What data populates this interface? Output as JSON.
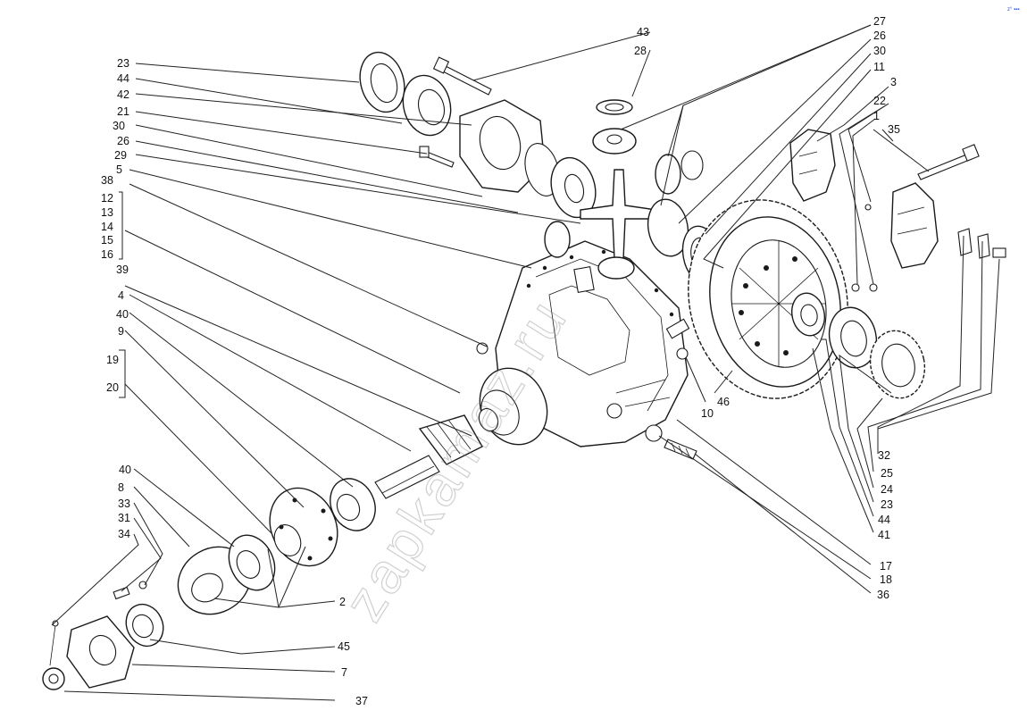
{
  "corner_mark": "z° ▪▪▪",
  "watermark_text": "zapkamaz.ru",
  "labels": {
    "l43": "43",
    "l28": "28",
    "l27": "27",
    "l26": "26",
    "l30b": "30",
    "l11": "11",
    "l3": "3",
    "l22": "22",
    "l1": "1",
    "l35": "35",
    "l23a": "23",
    "l44a": "44",
    "l42": "42",
    "l21": "21",
    "l30a": "30",
    "l26a": "26",
    "l29": "29",
    "l5": "5",
    "l38": "38",
    "l12": "12",
    "l13": "13",
    "l14": "14",
    "l15": "15",
    "l16": "16",
    "l39": "39",
    "l4": "4",
    "l40a": "40",
    "l9": "9",
    "l19": "19",
    "l20": "20",
    "l40b": "40",
    "l8": "8",
    "l33": "33",
    "l31": "31",
    "l34": "34",
    "l2": "2",
    "l45": "45",
    "l7": "7",
    "l37": "37",
    "l46": "46",
    "l10": "10",
    "l32": "32",
    "l25": "25",
    "l24": "24",
    "l23b": "23",
    "l44b": "44",
    "l41": "41",
    "l17": "17",
    "l18": "18",
    "l36": "36"
  },
  "colors": {
    "ink": "#1a1a1a",
    "background": "#ffffff",
    "corner": "#2a4bd8"
  }
}
